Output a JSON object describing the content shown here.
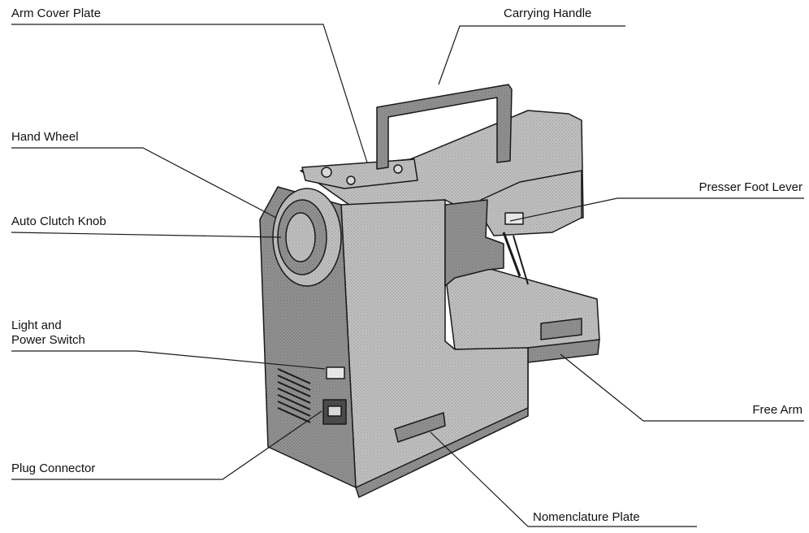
{
  "labels": {
    "arm_cover_plate": "Arm Cover Plate",
    "carrying_handle": "Carrying Handle",
    "hand_wheel": "Hand Wheel",
    "presser_foot_lever": "Presser Foot Lever",
    "auto_clutch_knob": "Auto Clutch Knob",
    "light_and_power_switch_line1": "Light and",
    "light_and_power_switch_line2": "Power Switch",
    "free_arm": "Free Arm",
    "plug_connector": "Plug Connector",
    "nomenclature_plate": "Nomenclature Plate"
  },
  "colors": {
    "machine_body": "#bdbdbd",
    "machine_shadow": "#8f8f8f",
    "outline": "#1a1a1a",
    "leader_line": "#1a1a1a"
  }
}
